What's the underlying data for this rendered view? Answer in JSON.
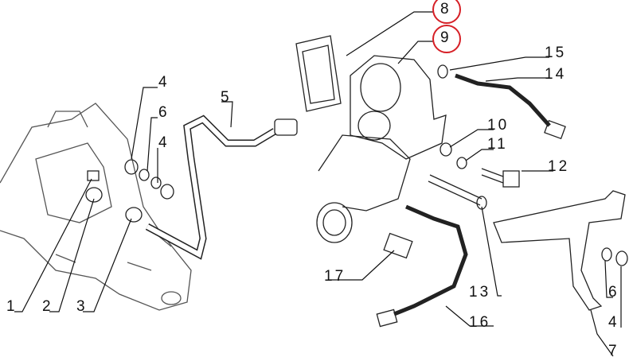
{
  "diagram": {
    "type": "exploded parts diagram",
    "highlight_color": "#d61f26",
    "callouts": [
      {
        "id": "c8",
        "label": "8",
        "highlighted": true
      },
      {
        "id": "c9",
        "label": "9",
        "highlighted": true
      },
      {
        "id": "c15",
        "label": "15"
      },
      {
        "id": "c14",
        "label": "14"
      },
      {
        "id": "c4a",
        "label": "4"
      },
      {
        "id": "c5",
        "label": "5"
      },
      {
        "id": "c6a",
        "label": "6"
      },
      {
        "id": "c4b",
        "label": "4"
      },
      {
        "id": "c10",
        "label": "10"
      },
      {
        "id": "c11",
        "label": "11"
      },
      {
        "id": "c12",
        "label": "12"
      },
      {
        "id": "c17",
        "label": "17"
      },
      {
        "id": "c13",
        "label": "13"
      },
      {
        "id": "c16",
        "label": "16"
      },
      {
        "id": "c1",
        "label": "1"
      },
      {
        "id": "c2",
        "label": "2"
      },
      {
        "id": "c3",
        "label": "3"
      },
      {
        "id": "c6b",
        "label": "6"
      },
      {
        "id": "c4c",
        "label": "4"
      },
      {
        "id": "c7",
        "label": "7"
      }
    ]
  }
}
